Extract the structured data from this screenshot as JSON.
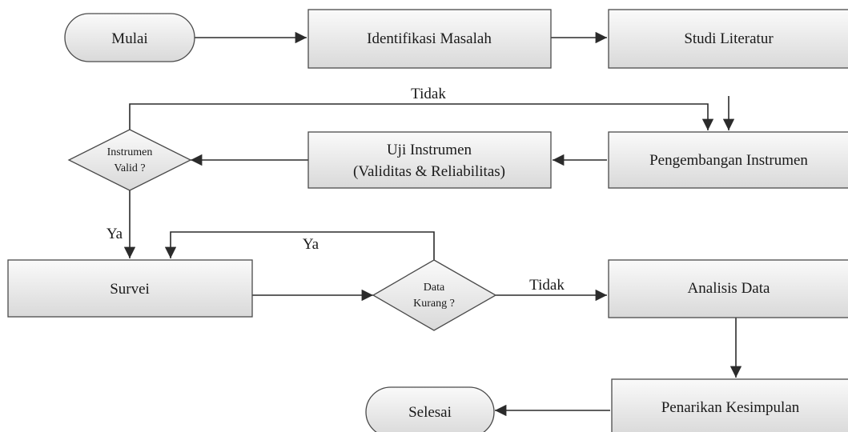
{
  "nodes": {
    "mulai": "Mulai",
    "identifikasi": "Identifikasi Masalah",
    "studi": "Studi Literatur",
    "pengembangan": "Pengembangan Instrumen",
    "uji_line1": "Uji Instrumen",
    "uji_line2": "(Validitas & Reliabilitas)",
    "valid_line1": "Instrumen",
    "valid_line2": "Valid ?",
    "survei": "Survei",
    "kurang_line1": "Data",
    "kurang_line2": "Kurang ?",
    "analisis": "Analisis Data",
    "penarikan": "Penarikan Kesimpulan",
    "selesai": "Selesai"
  },
  "edge_labels": {
    "tidak_top": "Tidak",
    "ya_left": "Ya",
    "ya_loop": "Ya",
    "tidak_right": "Tidak"
  }
}
